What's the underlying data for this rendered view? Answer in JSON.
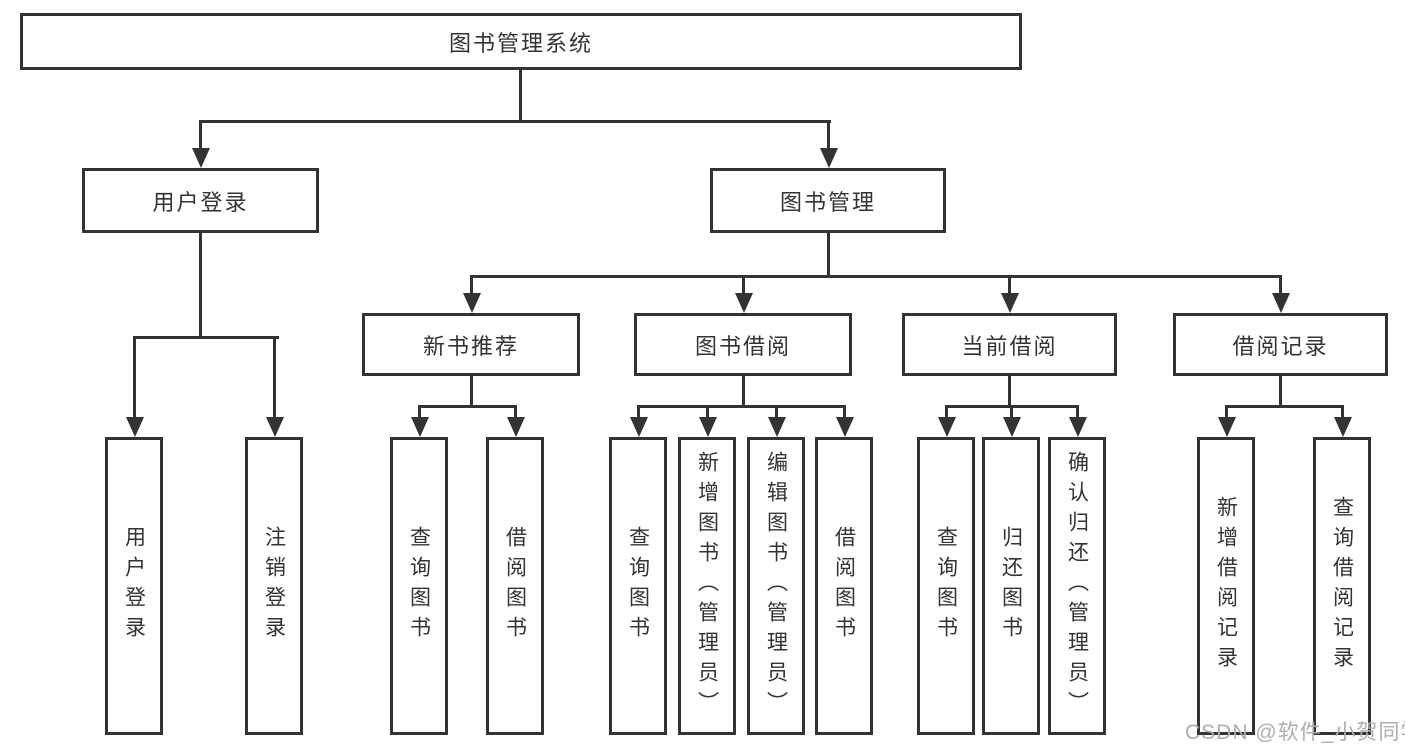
{
  "diagram": {
    "type": "hierarchy",
    "line_color": "#333333",
    "text_color": "#333333",
    "background_color": "#ffffff",
    "root": {
      "label": "图书管理系统"
    },
    "level2": [
      {
        "label": "用户登录"
      },
      {
        "label": "图书管理"
      }
    ],
    "user_group": {
      "leaves": [
        "用户登录",
        "注销登录"
      ]
    },
    "level3": [
      {
        "label": "新书推荐",
        "leaves": [
          "查询图书",
          "借阅图书"
        ]
      },
      {
        "label": "图书借阅",
        "leaves": [
          "查询图书",
          "新增图书（管理员）",
          "编辑图书（管理员）",
          "借阅图书"
        ]
      },
      {
        "label": "当前借阅",
        "leaves": [
          "查询图书",
          "归还图书",
          "确认归还（管理员）"
        ]
      },
      {
        "label": "借阅记录",
        "leaves": [
          "新增借阅记录",
          "查询借阅记录"
        ]
      }
    ],
    "watermark": "CSDN @软件_小贺同学"
  }
}
